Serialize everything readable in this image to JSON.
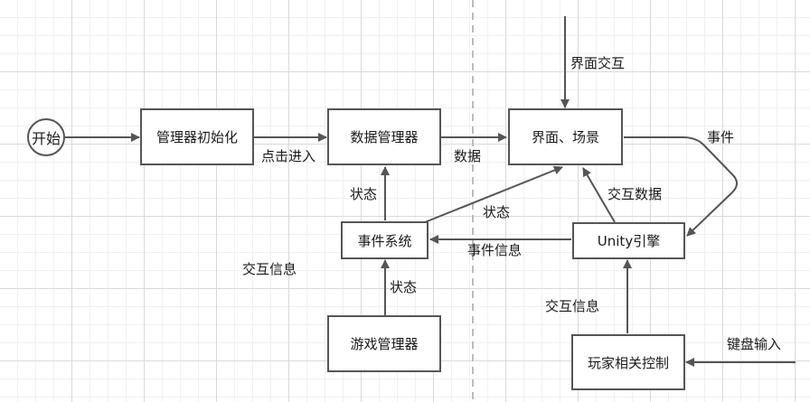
{
  "diagram": {
    "nodes": {
      "start": "开始",
      "manager_init": "管理器初始化",
      "data_manager": "数据管理器",
      "ui_scene": "界面、场景",
      "event_system": "事件系统",
      "unity_engine": "Unity引擎",
      "game_manager": "游戏管理器",
      "player_control": "玩家相关控制"
    },
    "edge_labels": {
      "click_enter": "点击进入",
      "data": "数据",
      "ui_interaction": "界面交互",
      "event": "事件",
      "interaction_data": "交互数据",
      "state_event_to_ui": "状态",
      "state_event_to_data": "状态",
      "event_info": "事件信息",
      "interaction_info_left": "交互信息",
      "state_game_to_event": "状态",
      "interaction_info_right": "交互信息",
      "keyboard_input": "键盘输入"
    },
    "colors": {
      "stroke": "#555555",
      "grid": "#d9d9d9",
      "divider": "#bbbbbb"
    }
  }
}
